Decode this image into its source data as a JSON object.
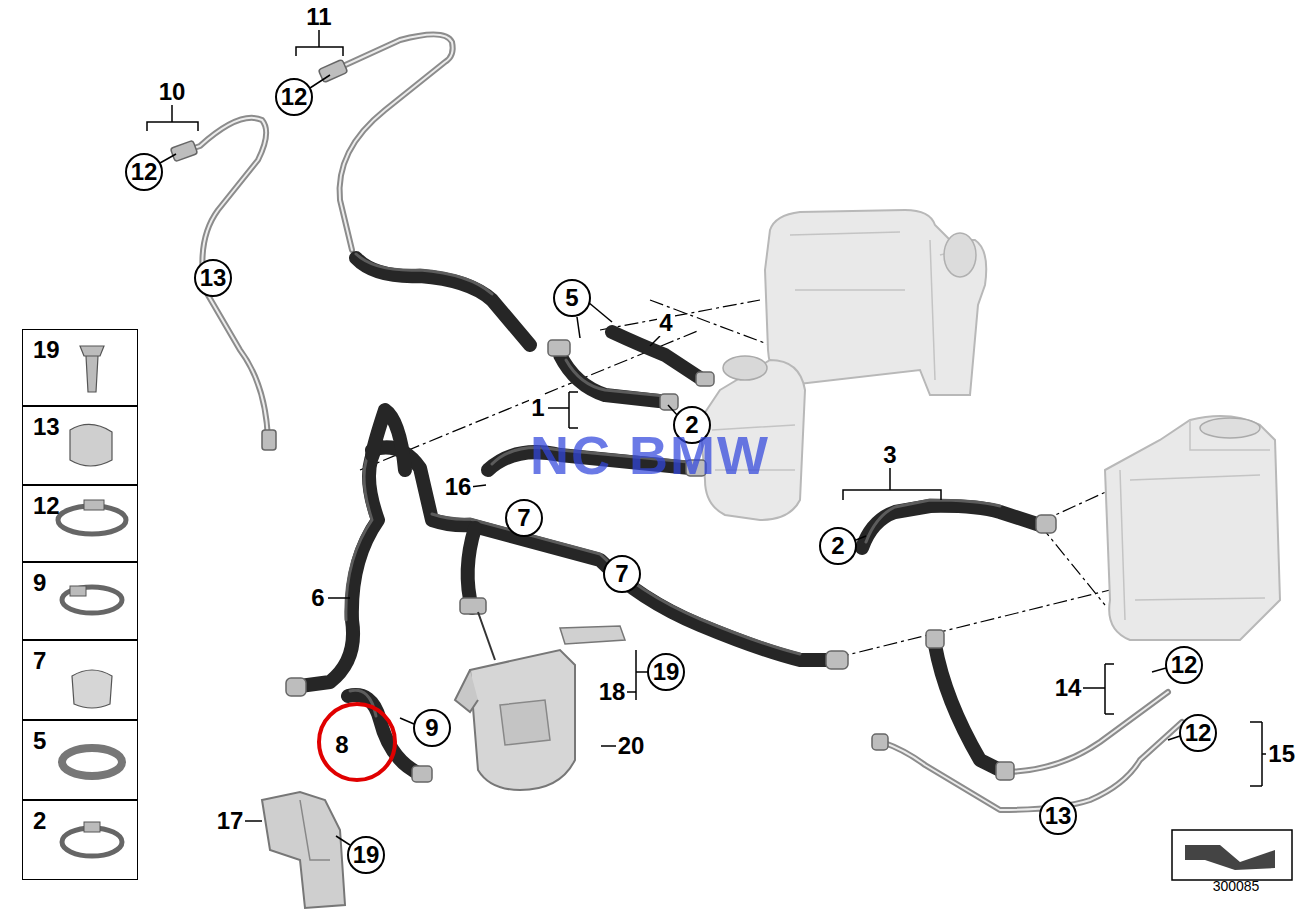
{
  "diagram": {
    "nodes": [
      {
        "text": [
          "12"
        ]
      },
      {
        "text": [
          "12"
        ]
      },
      {
        "text": [
          "13"
        ]
      },
      {
        "text": [
          "5"
        ]
      },
      {
        "text": [
          "2"
        ]
      },
      {
        "text": [
          "7"
        ]
      },
      {
        "text": [
          "2"
        ]
      },
      {
        "text": [
          "7"
        ]
      },
      {
        "text": [
          "19"
        ]
      },
      {
        "text": [
          "9"
        ]
      },
      {
        "text": [
          "12"
        ]
      },
      {
        "text": [
          "12"
        ]
      },
      {
        "text": [
          "13"
        ]
      },
      {
        "text": [
          "19"
        ]
      },
      {
        "text": [
          "19"
        ]
      },
      {
        "text": [
          "13"
        ]
      },
      {
        "text": [
          "12"
        ]
      },
      {
        "text": [
          "9"
        ]
      },
      {
        "text": [
          "7"
        ]
      },
      {
        "text": [
          "5"
        ]
      },
      {
        "text": [
          "2"
        ]
      }
    ],
    "labels": [
      "11",
      "10",
      "4",
      "1",
      "NC BMW",
      "3",
      "16",
      "6",
      "18",
      "8",
      "20",
      "17",
      "14",
      "15",
      "300085"
    ]
  }
}
